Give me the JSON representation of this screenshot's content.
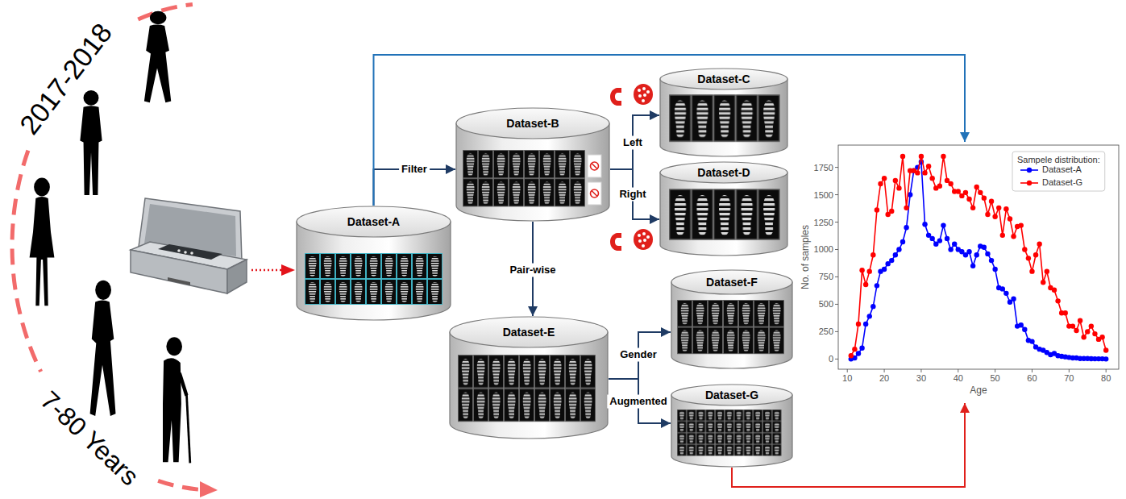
{
  "diagram": {
    "nodes": [
      {
        "text": [
          "Dataset-A"
        ]
      },
      {
        "text": [
          "Dataset-B"
        ]
      },
      {
        "text": [
          "Dataset-C"
        ]
      },
      {
        "text": [
          "Dataset-D"
        ]
      },
      {
        "text": [
          "Dataset-E"
        ]
      },
      {
        "text": [
          "Dataset-F"
        ]
      },
      {
        "text": [
          "Dataset-G"
        ]
      },
      {
        "text": [
          "Sampele distribution:"
        ]
      }
    ],
    "edges": [
      {
        "from": 0,
        "to": 1,
        "arrow": "to",
        "label": "Filter"
      },
      {
        "from": 0,
        "to": 7,
        "arrow": "to"
      },
      {
        "from": 1,
        "to": 2,
        "arrow": "to",
        "label": "Left"
      },
      {
        "from": 1,
        "to": 3,
        "arrow": "to",
        "label": "Right"
      },
      {
        "from": 1,
        "to": 4,
        "arrow": "to",
        "label": "Pair-wise"
      },
      {
        "from": 4,
        "to": 5,
        "arrow": "to",
        "label": "Gender"
      },
      {
        "from": 4,
        "to": 6,
        "arrow": "to",
        "label": "Augmented"
      },
      {
        "from": 6,
        "to": 7,
        "arrow": "to"
      }
    ],
    "labels": [
      "2017-2018",
      "7-80 Years",
      "No. of samples",
      "Age",
      "0",
      "250",
      "500",
      "750",
      "1000",
      "1250",
      "1500",
      "1750",
      "10",
      "20",
      "30",
      "40",
      "50",
      "60",
      "70",
      "80"
    ],
    "legend": [
      {
        "text": "Dataset-A",
        "color": "#0000ff"
      },
      {
        "text": "Dataset-G",
        "color": "#ff0000"
      }
    ]
  }
}
